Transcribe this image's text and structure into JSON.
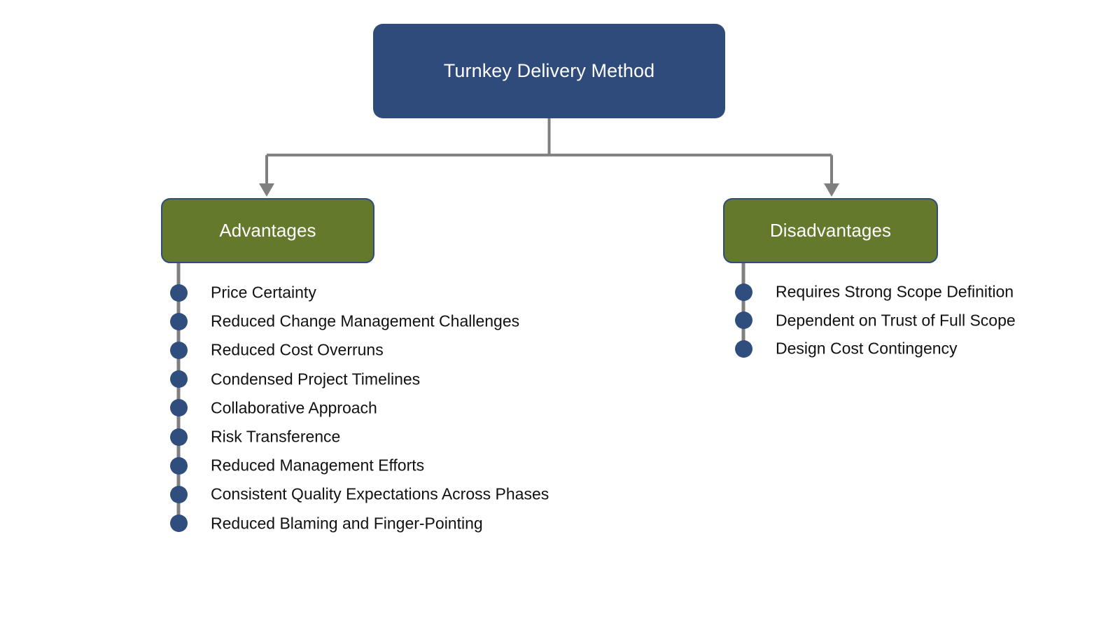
{
  "diagram": {
    "title": "Turnkey Delivery Method",
    "colors": {
      "root_fill": "#2F4B7C",
      "branch_fill": "#64792C",
      "branch_border": "#2E4D7B",
      "connector": "#7F7F7F",
      "bullet": "#2F4E7E",
      "node_text": "#FFFFFF",
      "list_text": "#111111",
      "background": "#FFFFFF"
    },
    "root": {
      "label": "Turnkey Delivery Method"
    },
    "branches": [
      {
        "label": "Advantages",
        "items": [
          "Price Certainty",
          "Reduced Change Management Challenges",
          "Reduced Cost Overruns",
          "Condensed Project Timelines",
          "Collaborative Approach",
          "Risk Transference",
          "Reduced Management Efforts",
          "Consistent Quality Expectations Across Phases",
          "Reduced Blaming and Finger-Pointing"
        ]
      },
      {
        "label": "Disadvantages",
        "items": [
          "Requires Strong Scope Definition",
          "Dependent on Trust of Full Scope",
          "Design Cost Contingency"
        ]
      }
    ]
  }
}
